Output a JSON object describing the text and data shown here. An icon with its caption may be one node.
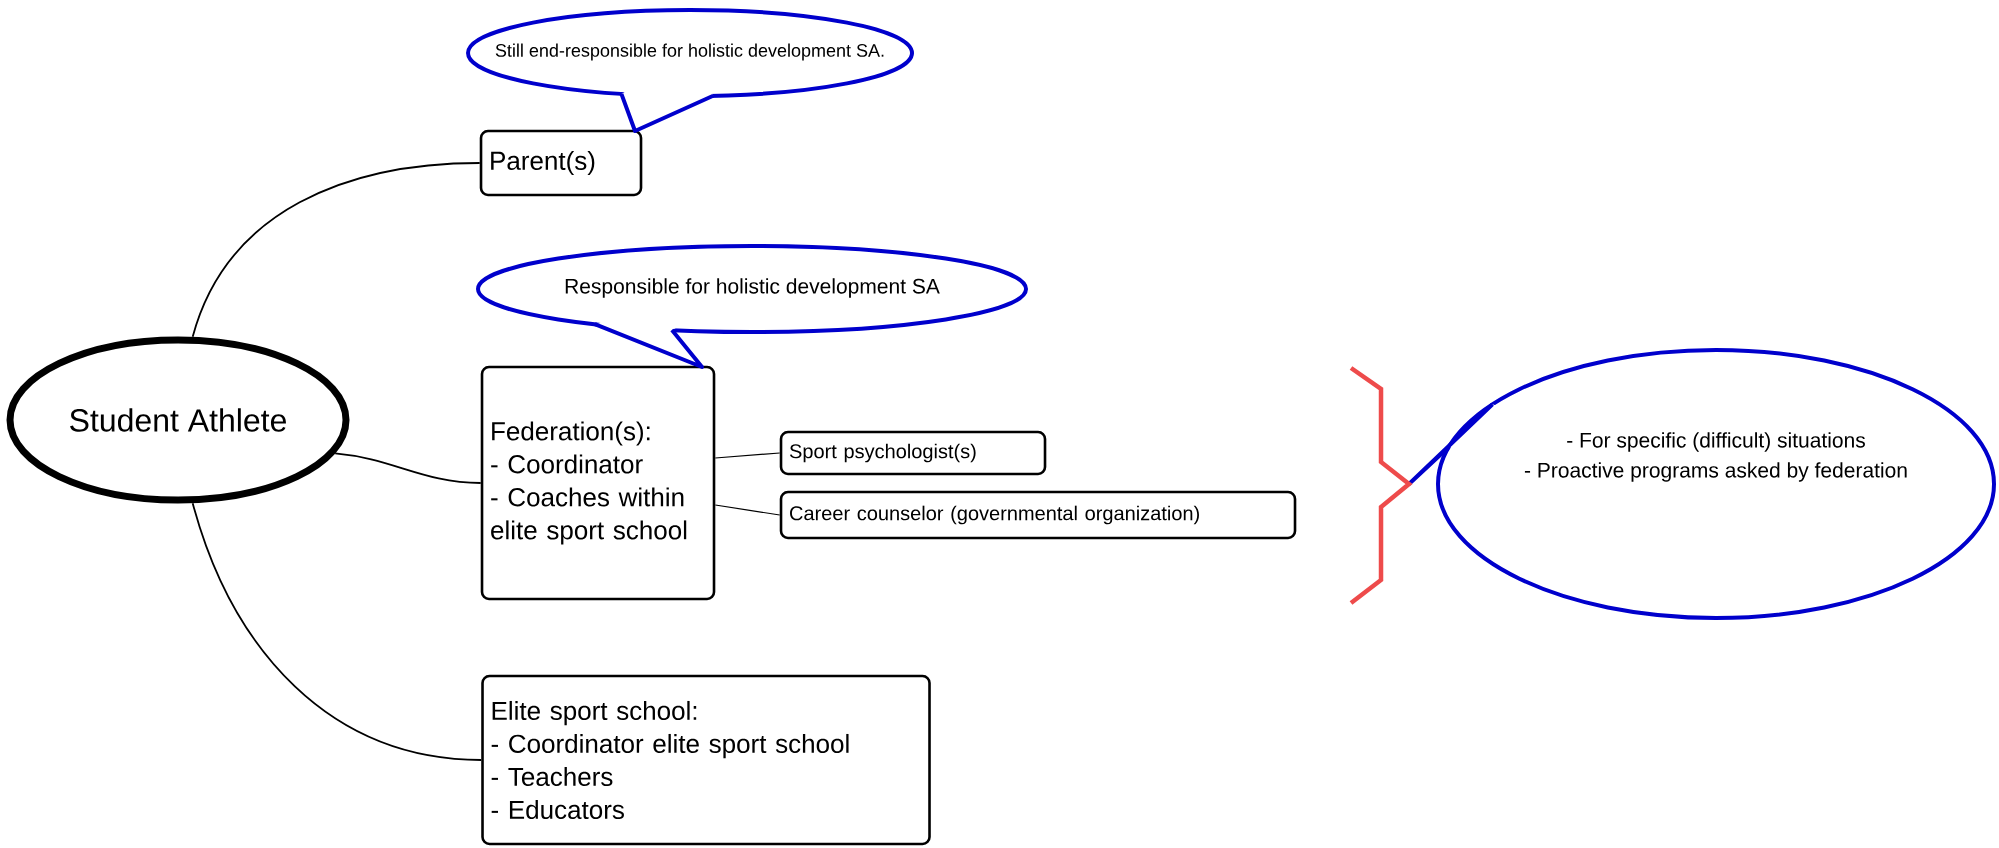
{
  "diagram": {
    "nodes": [
      {
        "text": [
          "Student Athlete"
        ]
      },
      {
        "text": [
          "Parent(s)"
        ]
      },
      {
        "text": [
          "Federation(s):",
          "- Coordinator",
          "- Coaches within elite sport school"
        ]
      },
      {
        "text": [
          "Sport psychologist(s)"
        ]
      },
      {
        "text": [
          "Career counselor (governmental organization)"
        ]
      },
      {
        "text": [
          "Elite sport school:",
          "- Coordinator elite sport school",
          "- Teachers",
          "- Educators"
        ]
      },
      {
        "text": [
          "Still end-responsible for holistic development SA."
        ]
      },
      {
        "text": [
          "Responsible for holistic development SA"
        ]
      },
      {
        "text": [
          "- For specific (difficult) situations",
          "- Proactive programs asked by federation"
        ]
      }
    ],
    "edges": [
      {
        "from": 0,
        "to": 1,
        "arrow": "none"
      },
      {
        "from": 0,
        "to": 2,
        "arrow": "none"
      },
      {
        "from": 0,
        "to": 5,
        "arrow": "none"
      },
      {
        "from": 2,
        "to": 3,
        "arrow": "none"
      },
      {
        "from": 2,
        "to": 4,
        "arrow": "none"
      }
    ]
  }
}
